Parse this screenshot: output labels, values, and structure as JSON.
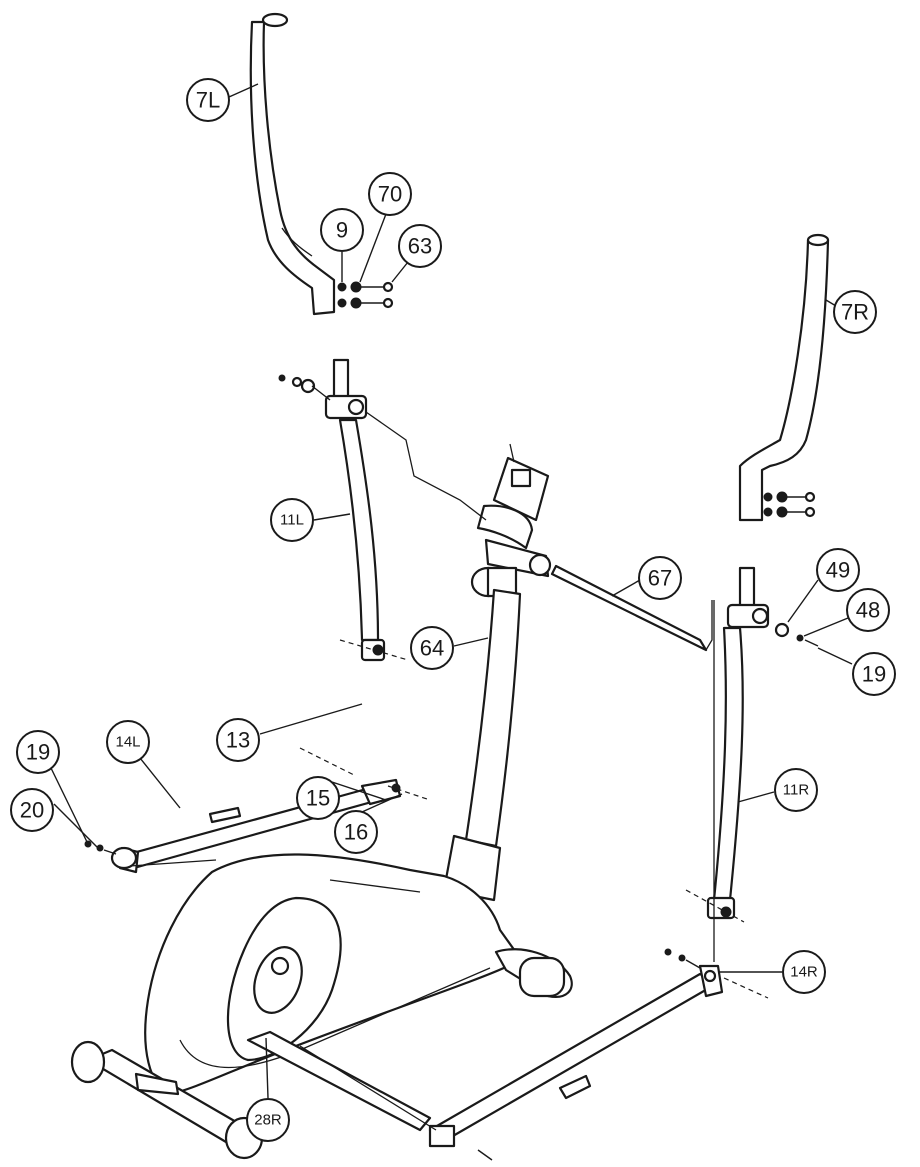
{
  "callouts": {
    "c7L": "7L",
    "c9": "9",
    "c70": "70",
    "c63": "63",
    "c7R": "7R",
    "c11L": "11L",
    "c67": "67",
    "c64": "64",
    "c49": "49",
    "c48": "48",
    "c19r": "19",
    "c13": "13",
    "c14L": "14L",
    "c19l": "19",
    "c20": "20",
    "c15": "15",
    "c16": "16",
    "c11R": "11R",
    "c14R": "14R",
    "c28R": "28R"
  }
}
